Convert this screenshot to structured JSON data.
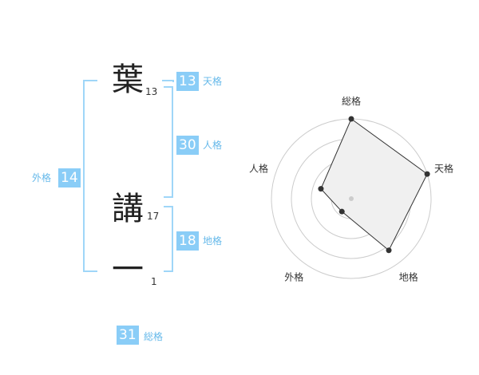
{
  "name": {
    "chars": [
      {
        "char": "葉",
        "strokes": "13"
      },
      {
        "char": "講",
        "strokes": "17"
      },
      {
        "char": "一",
        "strokes": "1"
      }
    ]
  },
  "scores": {
    "tenkaku": {
      "value": "13",
      "label": "天格"
    },
    "jinkaku": {
      "value": "30",
      "label": "人格"
    },
    "chikaku": {
      "value": "18",
      "label": "地格"
    },
    "gaikaku": {
      "value": "14",
      "label": "外格"
    },
    "soukaku": {
      "value": "31",
      "label": "総格"
    }
  },
  "chart_data": {
    "type": "radar",
    "axes": [
      "総格",
      "天格",
      "地格",
      "外格",
      "人格"
    ],
    "values": [
      1.0,
      1.0,
      0.8,
      0.2,
      0.4
    ],
    "range": [
      0,
      1
    ],
    "rings": 4,
    "colors": {
      "fill": "#f0f0f0",
      "line": "#333333",
      "grid": "#cccccc"
    }
  }
}
